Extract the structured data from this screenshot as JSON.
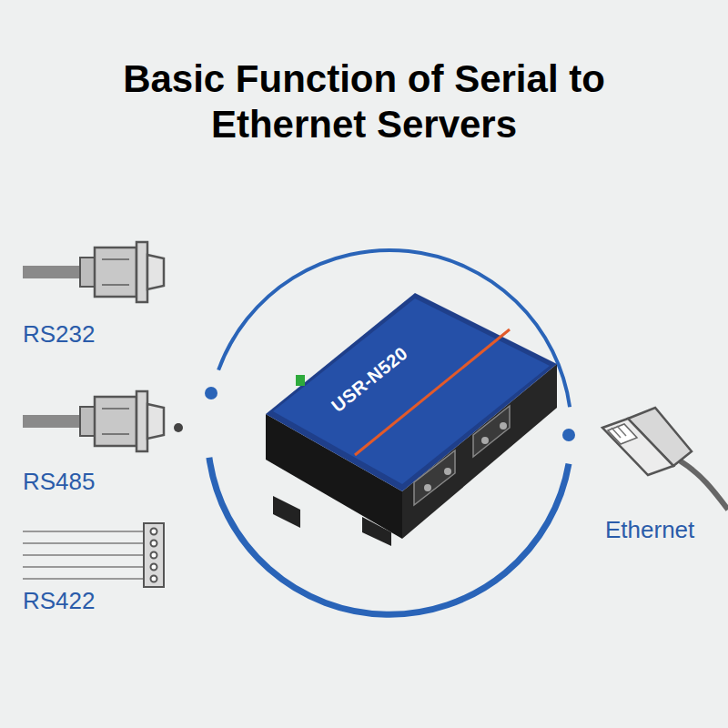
{
  "diagram": {
    "title": "Basic Function of Serial to Ethernet Servers",
    "nodes": [
      {
        "text": [
          "USR-N520"
        ]
      }
    ],
    "labels": [
      "RS232",
      "RS485",
      "RS422",
      "Ethernet"
    ]
  }
}
